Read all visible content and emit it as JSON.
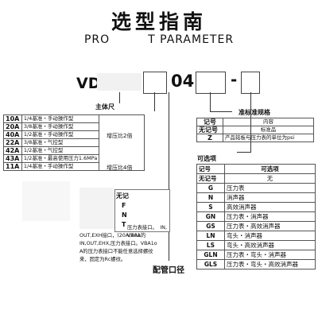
{
  "header": {
    "title": "选型指南",
    "subtitle_left": "PRO",
    "subtitle_right": "T PARAMETER"
  },
  "model": {
    "prefix": "VD",
    "code": "04",
    "dash": "-"
  },
  "body_header": "主体尺",
  "body_rows": [
    {
      "code": "10A",
      "desc": "1/4基准・手动操作型"
    },
    {
      "code": "20A",
      "desc": "3/8基准・手动操作型"
    },
    {
      "code": "40A",
      "desc": "1/2基准・手动操作型"
    },
    {
      "code": "22A",
      "desc": "3/8基准・气控型"
    },
    {
      "code": "42A",
      "desc": "1/2基准・气控型"
    },
    {
      "code": "43A",
      "desc": "1/2基准・最高使用压力1.6MPa"
    },
    {
      "code": "11A",
      "desc": "1/4基准・手动操作型"
    }
  ],
  "ratio_labels": [
    "增压比2倍",
    "增压比4倍"
  ],
  "standard": {
    "heading": "准标准规格",
    "col1": "记号",
    "col2": "内容",
    "rows": [
      {
        "k": "无记号",
        "v": "标准品"
      },
      {
        "k": "Z",
        "v": "产品铭板与压力表的单位为psi"
      }
    ]
  },
  "options": {
    "heading": "可选项",
    "col1": "记号",
    "col2": "可选项",
    "rows": [
      {
        "k": "无记号",
        "v": "无"
      },
      {
        "k": "G",
        "v": "压力表"
      },
      {
        "k": "N",
        "v": "消声器"
      },
      {
        "k": "S",
        "v": "高效消声器"
      },
      {
        "k": "GN",
        "v": "压力表・消声器"
      },
      {
        "k": "GS",
        "v": "压力表・高效消声器"
      },
      {
        "k": "LN",
        "v": "弯头・消声器"
      },
      {
        "k": "LS",
        "v": "弯头・高效消声器"
      },
      {
        "k": "GLN",
        "v": "压力表・弯头・消声器"
      },
      {
        "k": "GLS",
        "v": "压力表・弯头・高效消声器"
      }
    ]
  },
  "mini_table": {
    "header": "无记",
    "rows": [
      "F",
      "N",
      "T"
    ]
  },
  "notes": [
    "IN,",
    "OUT,EXH接口，(20A(40A的",
    "压力表接口。VBA1",
    "IN,OUT,EHX,压力表接口。VBA1o",
    "A的压力表接口不能任意选择螺纹",
    "来，固定为Rc螺纹。"
  ],
  "pipe_label": "配管口径"
}
